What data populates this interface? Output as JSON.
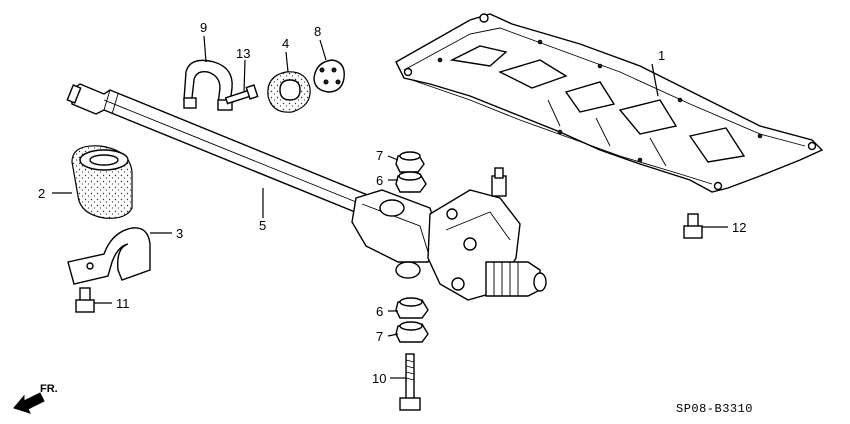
{
  "diagram": {
    "code": "SP08-B3310",
    "direction_label": "FR.",
    "callouts": [
      {
        "id": "c1",
        "label": "1"
      },
      {
        "id": "c2",
        "label": "2"
      },
      {
        "id": "c3",
        "label": "3"
      },
      {
        "id": "c4",
        "label": "4"
      },
      {
        "id": "c5",
        "label": "5"
      },
      {
        "id": "c6a",
        "label": "6"
      },
      {
        "id": "c6b",
        "label": "6"
      },
      {
        "id": "c7a",
        "label": "7"
      },
      {
        "id": "c7b",
        "label": "7"
      },
      {
        "id": "c8",
        "label": "8"
      },
      {
        "id": "c9",
        "label": "9"
      },
      {
        "id": "c10",
        "label": "10"
      },
      {
        "id": "c11",
        "label": "11"
      },
      {
        "id": "c12",
        "label": "12"
      },
      {
        "id": "c13",
        "label": "13"
      }
    ]
  }
}
